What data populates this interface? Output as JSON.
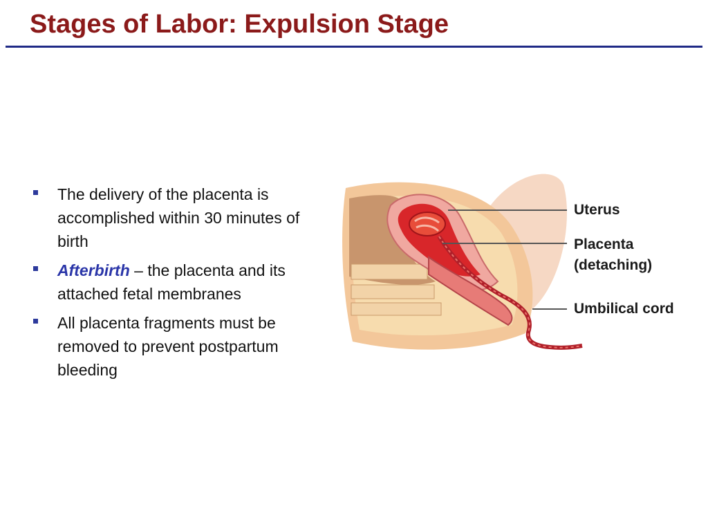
{
  "slide": {
    "title": "Stages of Labor: Expulsion Stage",
    "bullets": [
      {
        "text": "The delivery of the placenta is accomplished within 30 minutes of birth"
      },
      {
        "term": "Afterbirth",
        "text": " – the placenta and its attached fetal membranes"
      },
      {
        "text": "All placenta fragments must be removed to prevent postpartum bleeding"
      }
    ]
  },
  "figure": {
    "labels": {
      "uterus": "Uterus",
      "placenta_line1": "Placenta",
      "placenta_line2": "(detaching)",
      "cord": "Umbilical cord"
    }
  },
  "colors": {
    "title": "#8b1a1a",
    "rule": "#1f2a86",
    "bullet": "#2d3a9c",
    "term": "#2a35a8"
  }
}
